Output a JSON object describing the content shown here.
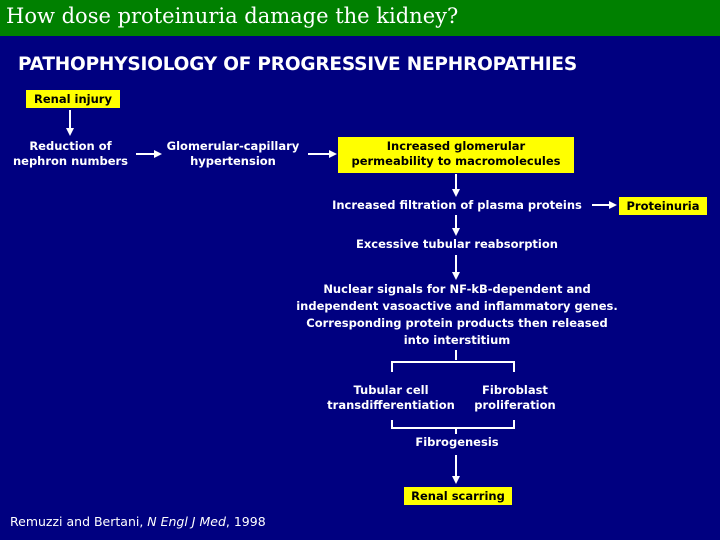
{
  "title": "How dose proteinuria damage the kidney?",
  "heading": "PATHOPHYSIOLOGY OF PROGRESSIVE NEPHROPATHIES",
  "nodes": {
    "renal_injury": "Renal injury",
    "reduction": [
      "Reduction of",
      "nephron numbers"
    ],
    "glomerular_hypertension": [
      "Glomerular-capillary",
      "hypertension"
    ],
    "permeability": [
      "Increased glomerular",
      "permeability to macromolecules"
    ],
    "filtration": "Increased filtration of plasma proteins",
    "proteinuria": "Proteinuria",
    "reabsorption": "Excessive tubular reabsorption",
    "nuclear_signals": [
      "Nuclear signals for NF-kB-dependent and",
      "independent vasoactive and inflammatory genes.",
      "Corresponding protein products then  released",
      "into interstitium"
    ],
    "transdifferentiation": [
      "Tubular cell",
      "transdifferentiation"
    ],
    "fibroblast": [
      "Fibroblast",
      "proliferation"
    ],
    "fibrogenesis": "Fibrogenesis",
    "renal_scarring": "Renal scarring"
  },
  "citation": {
    "authors": "Remuzzi and Bertani, ",
    "journal": "N Engl J Med",
    "year": ", 1998"
  },
  "colors": {
    "title_bar": "#008000",
    "slide_background": "#000080",
    "highlight_box": "#ffff00",
    "text": "#ffffff"
  }
}
